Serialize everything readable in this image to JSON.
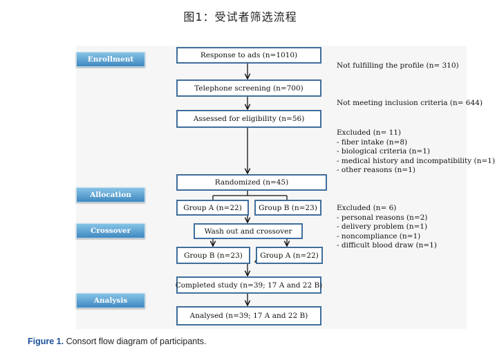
{
  "title": "图1：受试者筛选流程",
  "stages": {
    "enrollment": "Enrollment",
    "allocation": "Allocation",
    "crossover": "Crossover",
    "analysis": "Analysis"
  },
  "boxes": {
    "response": "Response to ads (n=1010)",
    "telephone": "Telephone screening (n=700)",
    "assessed": "Assessed  for eligibility  (n=56)",
    "randomized": "Randomized (n=45)",
    "group_a_1": "Group A (n=22)",
    "group_b_1": "Group B (n=23)",
    "washout": "Wash out and crossover",
    "group_b_2": "Group B (n=23)",
    "group_a_2": "Group A (n=22)",
    "completed": "Completed study (n=39; 17 A and 22 B)",
    "analysed": "Analysed (n=39; 17 A and 22 B)"
  },
  "notes": {
    "profile": "Not fulfilling  the profile (n= 310)",
    "inclusion": "Not meeting inclusion criteria  (n= 644)",
    "excluded1": {
      "header": "Excluded (n= 11)",
      "items": [
        "- fiber intake (n=8)",
        "- biological  criteria  (n=1)",
        "- medical history and incompatibility  (n=1)",
        "- other reasons (n=1)"
      ]
    },
    "excluded2": {
      "header": "Excluded (n= 6)",
      "items": [
        "- personal reasons (n=2)",
        "- delivery problem (n=1)",
        "- noncompliance (n=1)",
        "- difficult blood draw (n=1)"
      ]
    }
  },
  "caption": {
    "label": "Figure 1.",
    "text": " Consort flow diagram of participants."
  }
}
